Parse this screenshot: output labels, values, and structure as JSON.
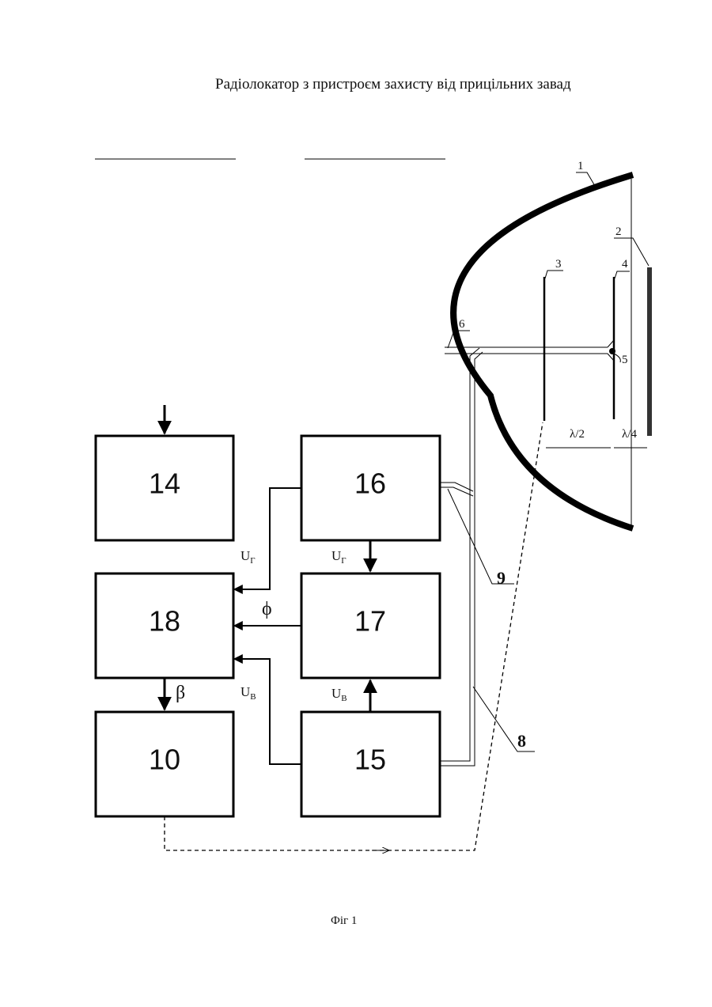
{
  "title": "Радіолокатор з пристроєм захисту від прицільних завад",
  "caption": "Фіг 1",
  "blocks": {
    "b14": "14",
    "b16": "16",
    "b18": "18",
    "b17": "17",
    "b10": "10",
    "b15": "15"
  },
  "signals": {
    "ug_left": "U",
    "ug_left_sub": "Г",
    "ug_mid": "U",
    "ug_mid_sub": "Г",
    "phi": "ϕ",
    "beta": "β",
    "uv_left": "U",
    "uv_left_sub": "В",
    "uv_mid": "U",
    "uv_mid_sub": "В"
  },
  "antenna_labels": {
    "reflector": "1",
    "screen": "2",
    "dipole_a": "3",
    "dipole_b": "4",
    "junction": "5",
    "feed": "6",
    "line_8": "8",
    "line_9": "9",
    "half_wave": "λ/2",
    "quarter_wave": "λ/4"
  }
}
